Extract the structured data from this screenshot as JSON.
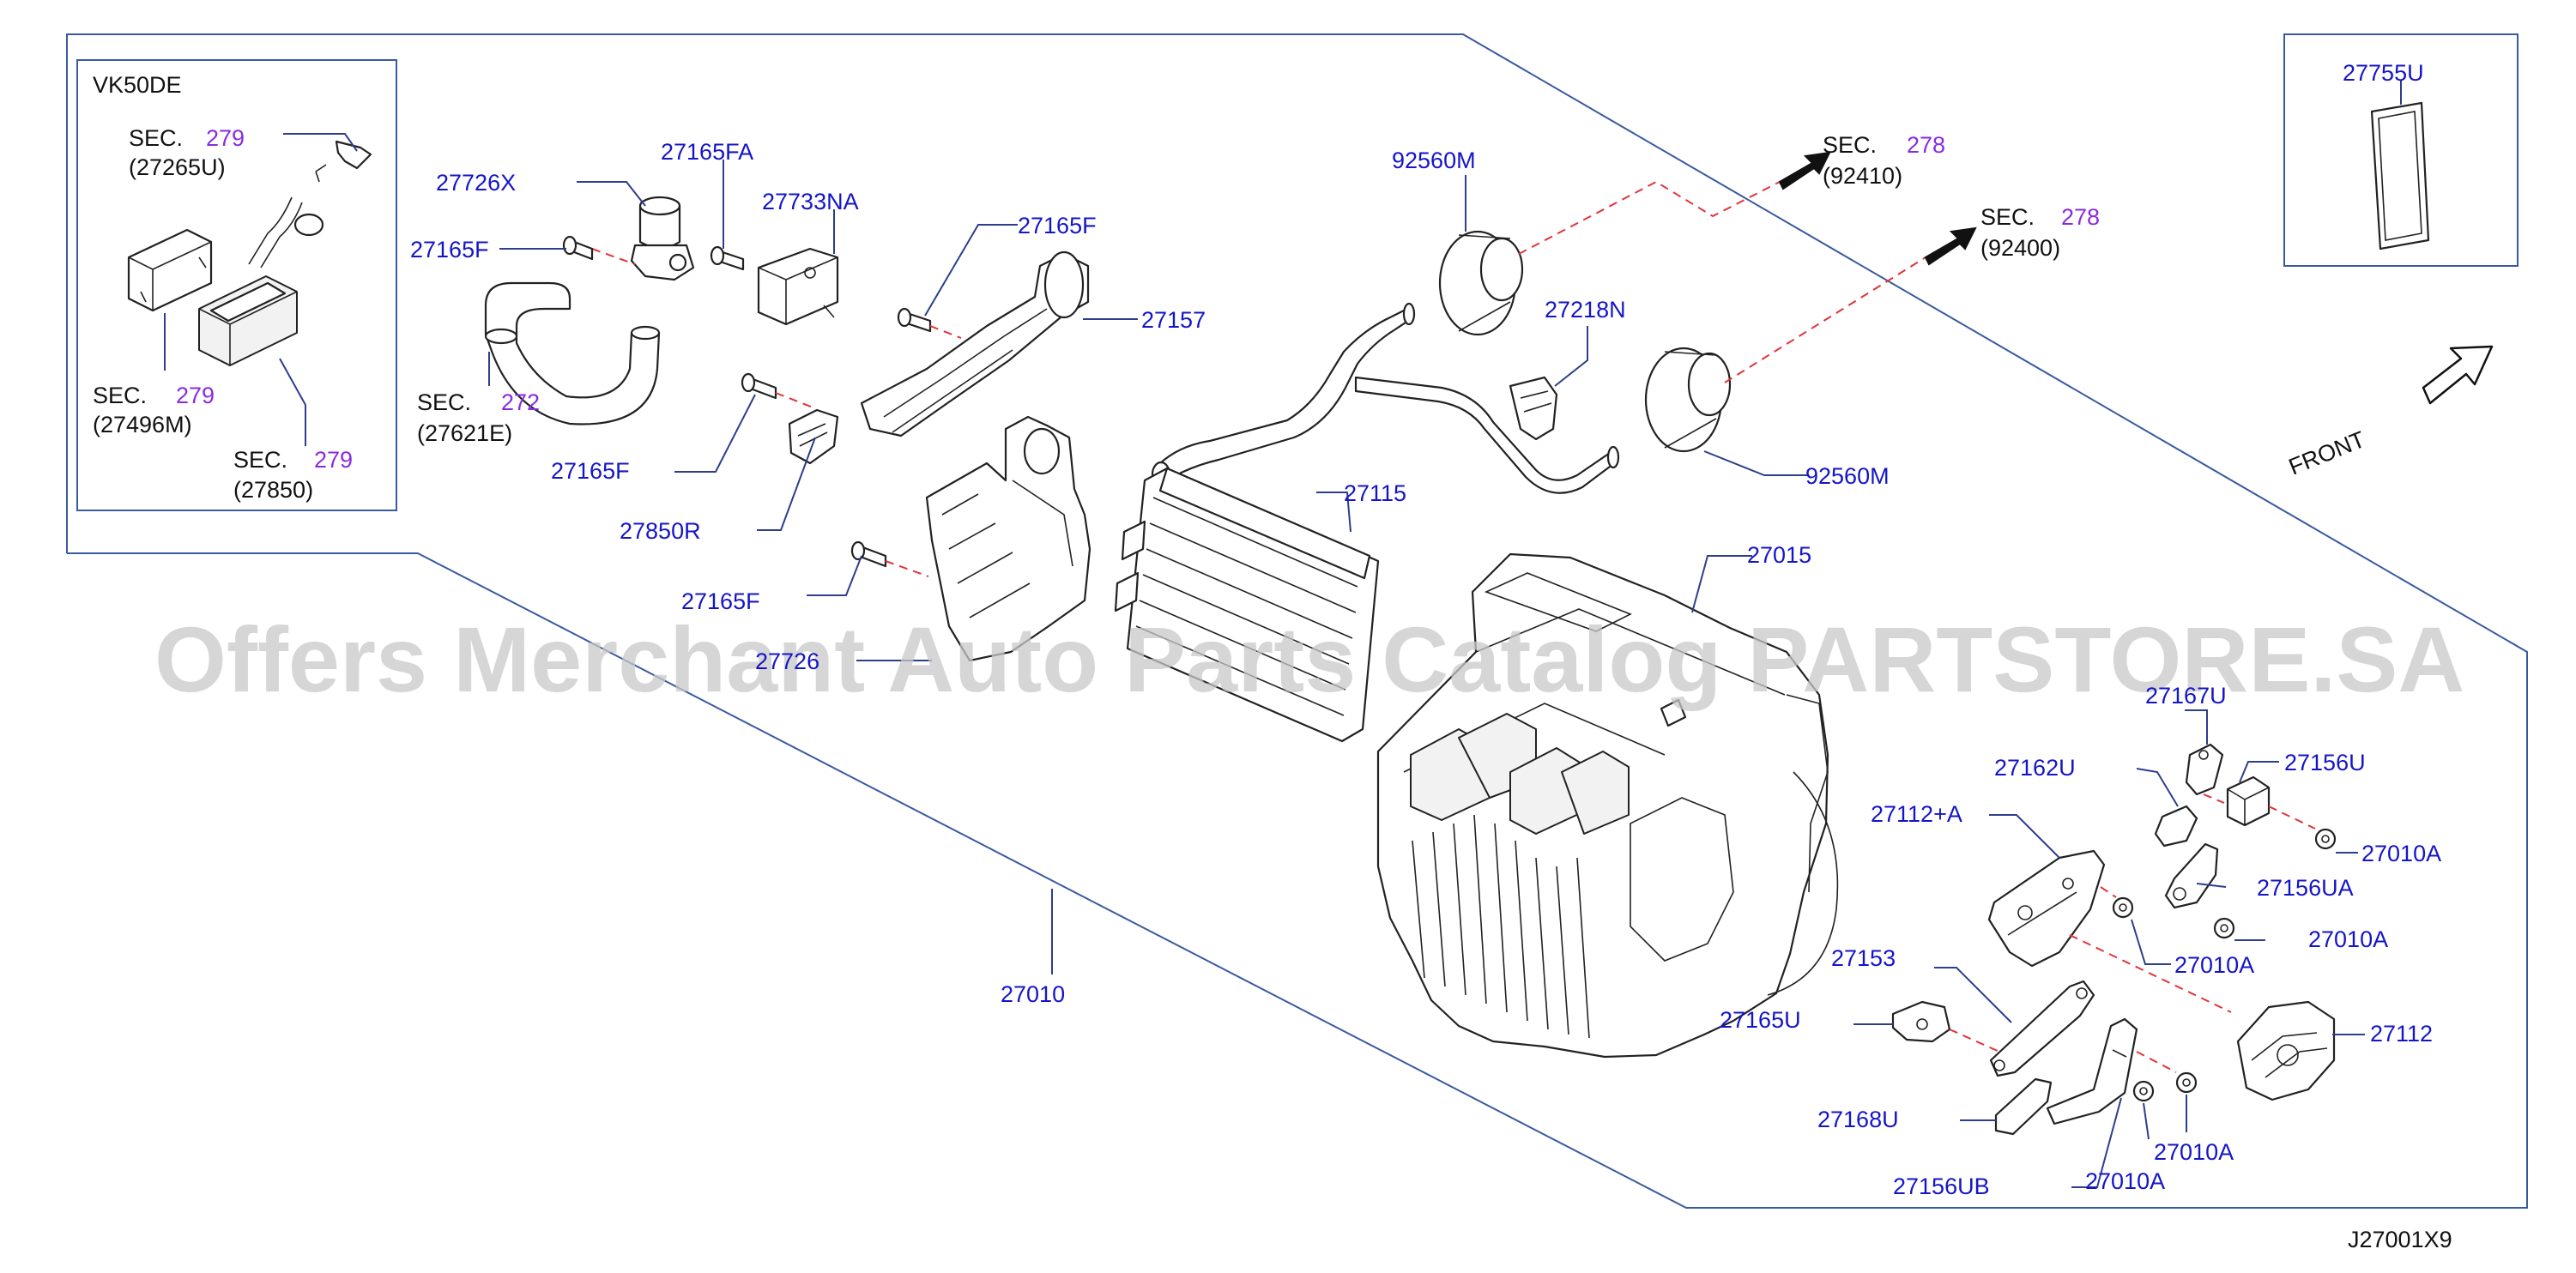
{
  "diagram_code": "J27001X9",
  "engine_variant": "VK50DE",
  "watermark": "Offers Merchant Auto Parts Catalog PARTSTORE.SA",
  "front_label": "FRONT",
  "sec_prefix": "SEC.",
  "colors": {
    "part_number": "#1515c8",
    "section_number": "#8a2be2",
    "dashed_line": "#e0343a",
    "frame": "#3a5aa0"
  },
  "inset_parts": [
    {
      "sec": "279",
      "code": "(27265U)"
    },
    {
      "sec": "279",
      "code": "(27496M)"
    },
    {
      "sec": "279",
      "code": "(27850)"
    }
  ],
  "section_refs": [
    {
      "sec": "272",
      "code": "(27621E)"
    },
    {
      "sec": "278",
      "code": "(92410)"
    },
    {
      "sec": "278",
      "code": "(92400)"
    }
  ],
  "part_numbers": [
    "27726X",
    "27165FA",
    "27733NA",
    "27165F",
    "27165F",
    "27165F",
    "27157",
    "27165F",
    "27850R",
    "92560M",
    "27218N",
    "92560M",
    "27115",
    "27015",
    "27010",
    "27755U",
    "27167U",
    "27156U",
    "27162U",
    "27112+A",
    "27010A",
    "27156UA",
    "27010A",
    "27010A",
    "27153",
    "27112",
    "27165U",
    "27168U",
    "27010A",
    "27156UB",
    "27010A",
    "27726"
  ]
}
